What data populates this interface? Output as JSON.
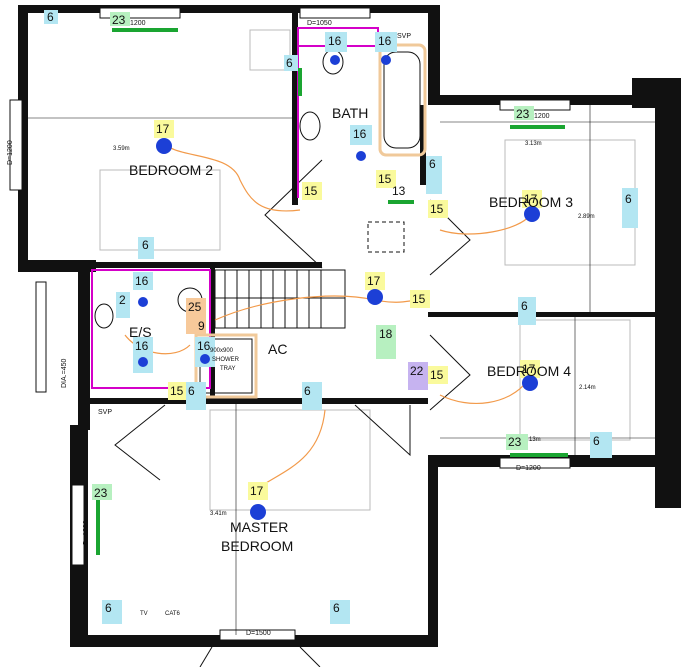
{
  "rooms": {
    "bedroom2": "BEDROOM 2",
    "bath": "BATH",
    "bedroom3": "BEDROOM 3",
    "bedroom4": "BEDROOM 4",
    "es": "E/S",
    "ac": "AC",
    "master_line1": "MASTER",
    "master_line2": "BEDROOM"
  },
  "labels": {
    "d1050": "D=1050",
    "d1200_top": "1200",
    "d1200_left": "D=1200",
    "d1200_b3": "1200",
    "d1200_b4": "D=1200",
    "d1200_master": "D=1200",
    "d1500": "D=1500",
    "dia450": "DIA.=450",
    "svp_bath": "SVP",
    "svp_es": "SVP",
    "shower_l1": "900x900",
    "shower_l2": "SHOWER",
    "shower_l3": "TRAY",
    "tv": "TV",
    "cat6": "CAT6",
    "dim_b2": "3.59m",
    "dim_b3_w": "3.13m",
    "dim_b3_h": "2.89m",
    "dim_b4_w": "13m",
    "dim_b4_h": "2.14m",
    "dim_master": "3.41m"
  },
  "tags": {
    "t6_b2_top": "6",
    "t23_b2": "23",
    "t6_b2_wall": "6",
    "t17_b2": "17",
    "t6_b2_bottom": "6",
    "t16_bath1": "16",
    "t16_bath2": "16",
    "t16_bath3": "16",
    "t15_bath_a": "15",
    "t15_bath_b": "15",
    "t13": "13",
    "t23_b3": "23",
    "t6_b3_left": "6",
    "t17_b3": "17",
    "t15_b3": "15",
    "t6_b3_right": "6",
    "t16_es1": "16",
    "t2_es": "2",
    "t25": "25",
    "t9": "9",
    "t16_es2": "16",
    "t16_es3": "16",
    "t17_landing": "17",
    "t15_landing": "15",
    "t18": "18",
    "t6_b4": "6",
    "t22": "22",
    "t15_b4": "15",
    "t17_b4": "17",
    "t23_b4": "23",
    "t6_b4_right": "6",
    "t15_master": "15",
    "t6_master_a": "6",
    "t6_master_b": "6",
    "t23_master": "23",
    "t17_master": "17",
    "t6_master_bl": "6",
    "t6_master_br": "6"
  },
  "colors": {
    "wall": "#111111",
    "yellow_tag": "#fafa9c",
    "blue_tag": "#b3e6f2",
    "green_tag": "#b7f0c0",
    "orange_tag": "#f7c99a",
    "purple_tag": "#c6b3f0",
    "cable": "#f29a4a",
    "magenta": "#d400c8",
    "green_bar": "#1aa531"
  }
}
